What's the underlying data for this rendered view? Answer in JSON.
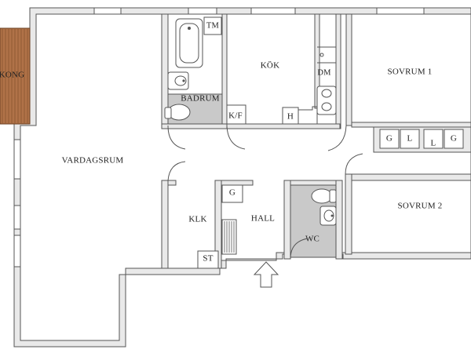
{
  "rooms": {
    "vardagsrum": "VARDAGSRUM",
    "badrum": "BADRUM",
    "kok": "KÖK",
    "sovrum1": "SOVRUM 1",
    "sovrum2": "SOVRUM 2",
    "klk": "KLK",
    "hall": "HALL",
    "wc": "WC",
    "balkong": "KONG"
  },
  "fixtures": {
    "tm": "TM",
    "dm": "DM",
    "kf": "K/F",
    "h": "H",
    "g_hall": "G",
    "st": "ST",
    "wardrobe": [
      "G",
      "L",
      "L",
      "G"
    ]
  },
  "colors": {
    "wet_room": "#c9c9c9",
    "balcony": "#b07248",
    "wall_stroke": "#555555"
  }
}
